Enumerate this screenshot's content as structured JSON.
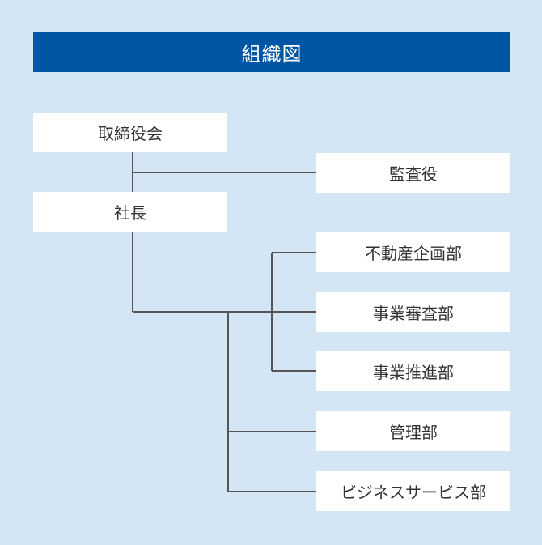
{
  "title": "組織図",
  "nodes": {
    "board": "取締役会",
    "auditor": "監査役",
    "president": "社長",
    "real_estate_planning": "不動産企画部",
    "business_review": "事業審査部",
    "business_promotion": "事業推進部",
    "administration": "管理部",
    "business_service": "ビジネスサービス部"
  },
  "colors": {
    "background": "#d4e6f6",
    "title_bar": "#0055a5",
    "box": "#ffffff",
    "line": "#555555"
  }
}
